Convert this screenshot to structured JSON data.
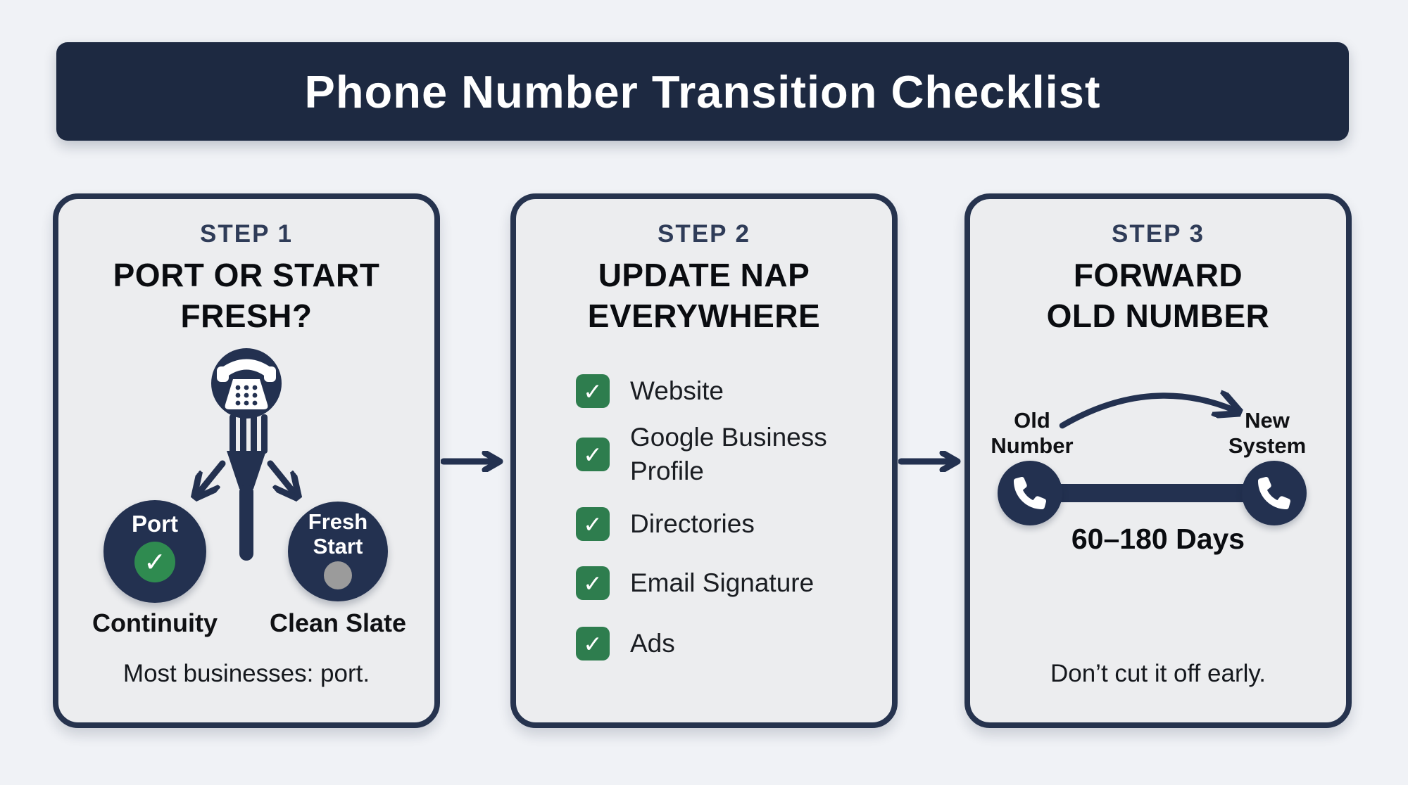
{
  "banner": {
    "title": "Phone Number Transition Checklist"
  },
  "glyphs": {
    "check": "✓"
  },
  "colors": {
    "navy": "#1d2941",
    "card_border": "#26334e",
    "card_bg": "#ecedef",
    "page_bg": "#f0f2f6",
    "checkbox_green": "#2e7d4e",
    "badge_green": "#2f8b50",
    "dot_gray": "#9b9b9b"
  },
  "steps": [
    {
      "step_label": "STEP 1",
      "heading_lines": [
        "PORT OR START",
        "FRESH?"
      ],
      "options": [
        {
          "label": "Port",
          "caption": "Continuity",
          "badge": "check"
        },
        {
          "label": "Fresh Start",
          "caption": "Clean Slate",
          "badge": "dot"
        }
      ],
      "note": "Most businesses: port."
    },
    {
      "step_label": "STEP 2",
      "heading_lines": [
        "UPDATE NAP",
        "EVERYWHERE"
      ],
      "checklist": [
        "Website",
        "Google Business Profile",
        "Directories",
        "Email Signature",
        "Ads"
      ]
    },
    {
      "step_label": "STEP 3",
      "heading_lines": [
        "FORWARD",
        "OLD NUMBER"
      ],
      "from_label": "Old Number",
      "to_label": "New System",
      "duration": "60–180 Days",
      "note": "Don’t cut it off early."
    }
  ]
}
